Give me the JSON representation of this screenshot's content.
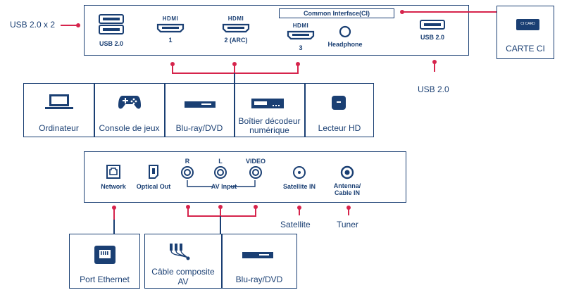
{
  "top_panel": {
    "ports": {
      "usb1": "USB 2.0",
      "hdmi_brand": "HDMI",
      "hdmi1": "1",
      "hdmi2": "2 (ARC)",
      "hdmi3": "3",
      "headphone": "Headphone",
      "usb2": "USB 2.0",
      "ci": "Common Interface(CI)"
    }
  },
  "left_label": "USB 2.0 x 2",
  "ci_card": {
    "card_text": "CI CARD",
    "label": "CARTE CI"
  },
  "usb_label": "USB 2.0",
  "devices_top": [
    {
      "line1": "Ordinateur",
      "line2": ""
    },
    {
      "line1": "Console de jeux",
      "line2": ""
    },
    {
      "line1": "Blu-ray/DVD",
      "line2": ""
    },
    {
      "line1": "Boîtier décodeur",
      "line2": "numérique"
    },
    {
      "line1": "Lecteur HD",
      "line2": ""
    }
  ],
  "bottom_panel": {
    "network": "Network",
    "optical": "Optical Out",
    "r": "R",
    "l": "L",
    "video": "VIDEO",
    "av_input": "AV Input",
    "satellite_in": "Satellite IN",
    "antenna1": "Antenna/",
    "antenna2": "Cable IN"
  },
  "satellite_label": "Satellite",
  "tuner_label": "Tuner",
  "devices_bottom": [
    {
      "line1": "Port Ethernet",
      "line2": ""
    },
    {
      "line1": "Câble composite",
      "line2": "AV"
    },
    {
      "line1": "Blu-ray/DVD",
      "line2": ""
    }
  ],
  "colors": {
    "navy": "#1a3f73",
    "accent": "#d6244c"
  }
}
